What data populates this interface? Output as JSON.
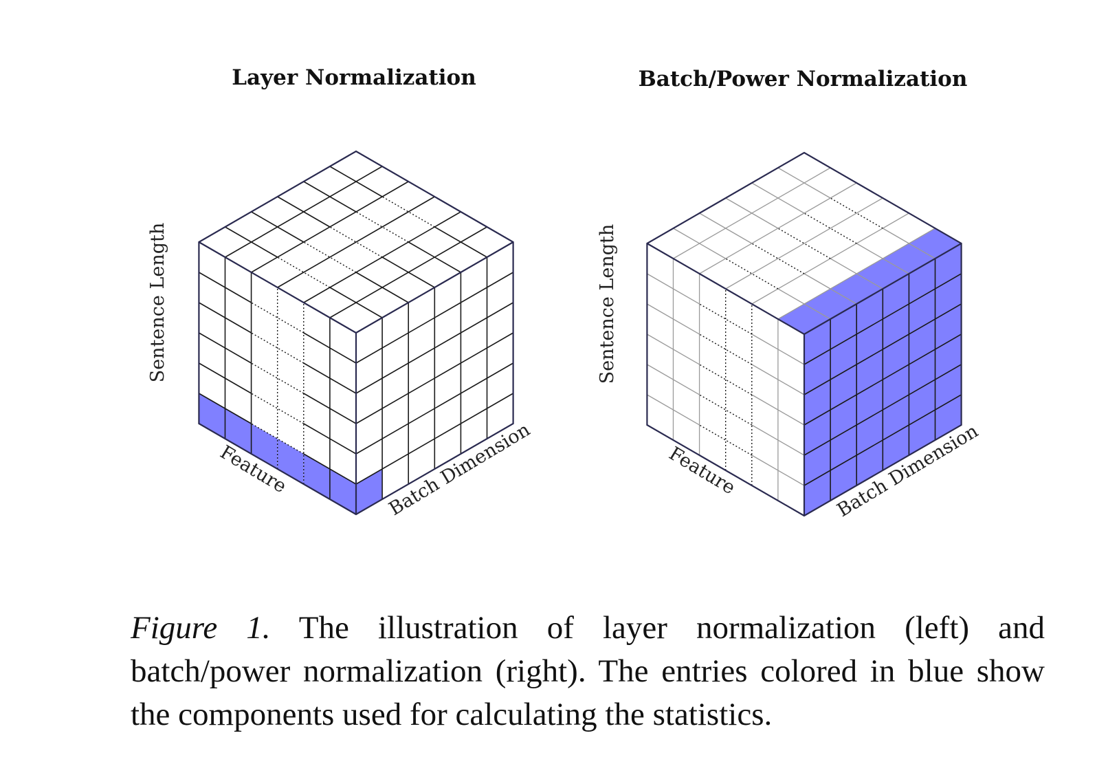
{
  "colors": {
    "highlight_fill": "#8080ff",
    "front_lines": "#1a1a1a",
    "hidden_lines": "#9a9a9a",
    "outline": "#2a2a50"
  },
  "diagrams": [
    {
      "title": "Layer Normalization",
      "labels": {
        "sentence_length": "Sentence Length",
        "feature": "Feature",
        "batch": "Batch Dimension"
      },
      "highlight": "bottom row of sentence positions across all features (one sample)"
    },
    {
      "title": "Batch/Power Normalization",
      "labels": {
        "sentence_length": "Sentence Length",
        "feature": "Feature",
        "batch": "Batch Dimension"
      },
      "highlight": "one feature across the batch and sentence dimensions"
    }
  ],
  "caption": {
    "figure_label": "Figure 1.",
    "text": "The illustration of layer normalization (left) and batch/power normalization (right). The entries colored in blue show the components used for calculating the statistics."
  }
}
